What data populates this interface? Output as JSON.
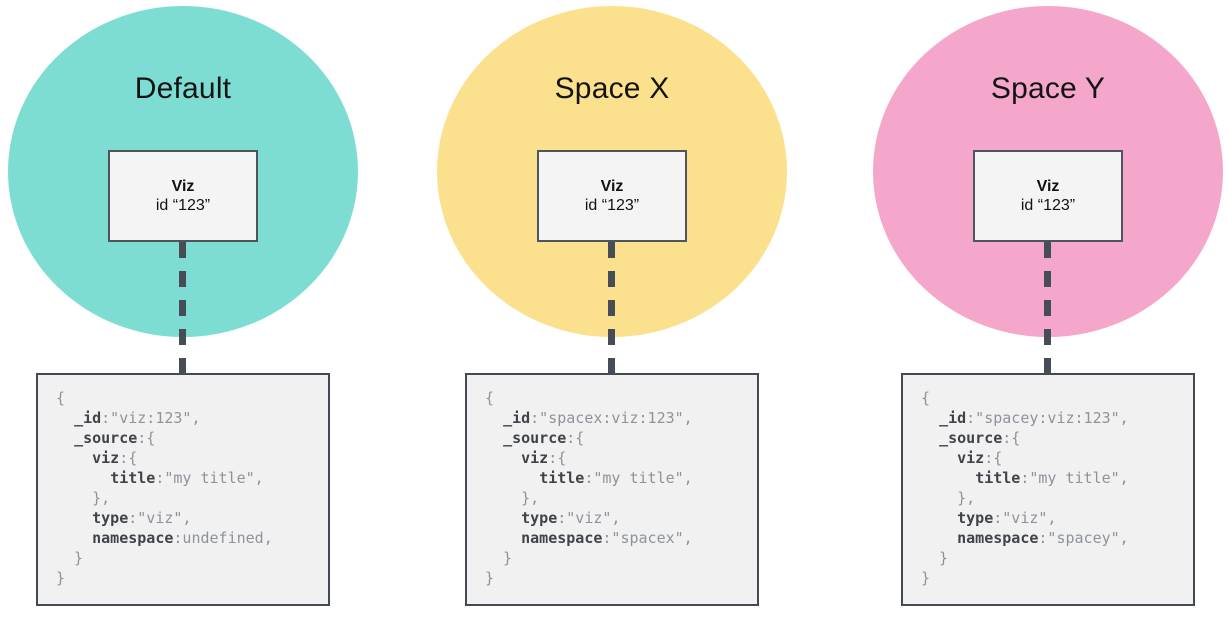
{
  "colors": {
    "dash": "#464d57",
    "code_bg": "#f1f1f2",
    "code_border": "#434a54",
    "code_key": "#3f444a",
    "code_text": "#8d939b",
    "viz_box_bg": "#f4f4f4",
    "viz_box_border": "#4d545c"
  },
  "panels": [
    {
      "circle_label": "Default",
      "circle_color": "#7eddd3",
      "viz_box": {
        "title": "Viz",
        "id_text": "id “123”"
      },
      "code_lines": [
        [
          [
            "p",
            "{"
          ]
        ],
        [
          [
            "p",
            "  "
          ],
          [
            "k",
            "_id"
          ],
          [
            "p",
            ":\"viz:123\","
          ]
        ],
        [
          [
            "p",
            "  "
          ],
          [
            "k",
            "_source"
          ],
          [
            "p",
            ":{"
          ]
        ],
        [
          [
            "p",
            "    "
          ],
          [
            "k",
            "viz"
          ],
          [
            "p",
            ":{"
          ]
        ],
        [
          [
            "p",
            "      "
          ],
          [
            "k",
            "title"
          ],
          [
            "p",
            ":\"my title\","
          ]
        ],
        [
          [
            "p",
            "    },"
          ]
        ],
        [
          [
            "p",
            "    "
          ],
          [
            "k",
            "type"
          ],
          [
            "p",
            ":\"viz\","
          ]
        ],
        [
          [
            "p",
            "    "
          ],
          [
            "k",
            "namespace"
          ],
          [
            "p",
            ":undefined,"
          ]
        ],
        [
          [
            "p",
            "  }"
          ]
        ],
        [
          [
            "p",
            "}"
          ]
        ]
      ]
    },
    {
      "circle_label": "Space X",
      "circle_color": "#fbe08e",
      "viz_box": {
        "title": "Viz",
        "id_text": "id “123”"
      },
      "code_lines": [
        [
          [
            "p",
            "{"
          ]
        ],
        [
          [
            "p",
            "  "
          ],
          [
            "k",
            "_id"
          ],
          [
            "p",
            ":\"spacex:viz:123\","
          ]
        ],
        [
          [
            "p",
            "  "
          ],
          [
            "k",
            "_source"
          ],
          [
            "p",
            ":{"
          ]
        ],
        [
          [
            "p",
            "    "
          ],
          [
            "k",
            "viz"
          ],
          [
            "p",
            ":{"
          ]
        ],
        [
          [
            "p",
            "      "
          ],
          [
            "k",
            "title"
          ],
          [
            "p",
            ":\"my title\","
          ]
        ],
        [
          [
            "p",
            "    },"
          ]
        ],
        [
          [
            "p",
            "    "
          ],
          [
            "k",
            "type"
          ],
          [
            "p",
            ":\"viz\","
          ]
        ],
        [
          [
            "p",
            "    "
          ],
          [
            "k",
            "namespace"
          ],
          [
            "p",
            ":\"spacex\","
          ]
        ],
        [
          [
            "p",
            "  }"
          ]
        ],
        [
          [
            "p",
            "}"
          ]
        ]
      ]
    },
    {
      "circle_label": "Space Y",
      "circle_color": "#f4a7cb",
      "viz_box": {
        "title": "Viz",
        "id_text": "id “123”"
      },
      "code_lines": [
        [
          [
            "p",
            "{"
          ]
        ],
        [
          [
            "p",
            "  "
          ],
          [
            "k",
            "_id"
          ],
          [
            "p",
            ":\"spacey:viz:123\","
          ]
        ],
        [
          [
            "p",
            "  "
          ],
          [
            "k",
            "_source"
          ],
          [
            "p",
            ":{"
          ]
        ],
        [
          [
            "p",
            "    "
          ],
          [
            "k",
            "viz"
          ],
          [
            "p",
            ":{"
          ]
        ],
        [
          [
            "p",
            "      "
          ],
          [
            "k",
            "title"
          ],
          [
            "p",
            ":\"my title\","
          ]
        ],
        [
          [
            "p",
            "    },"
          ]
        ],
        [
          [
            "p",
            "    "
          ],
          [
            "k",
            "type"
          ],
          [
            "p",
            ":\"viz\","
          ]
        ],
        [
          [
            "p",
            "    "
          ],
          [
            "k",
            "namespace"
          ],
          [
            "p",
            ":\"spacey\","
          ]
        ],
        [
          [
            "p",
            "  }"
          ]
        ],
        [
          [
            "p",
            "}"
          ]
        ]
      ]
    }
  ]
}
